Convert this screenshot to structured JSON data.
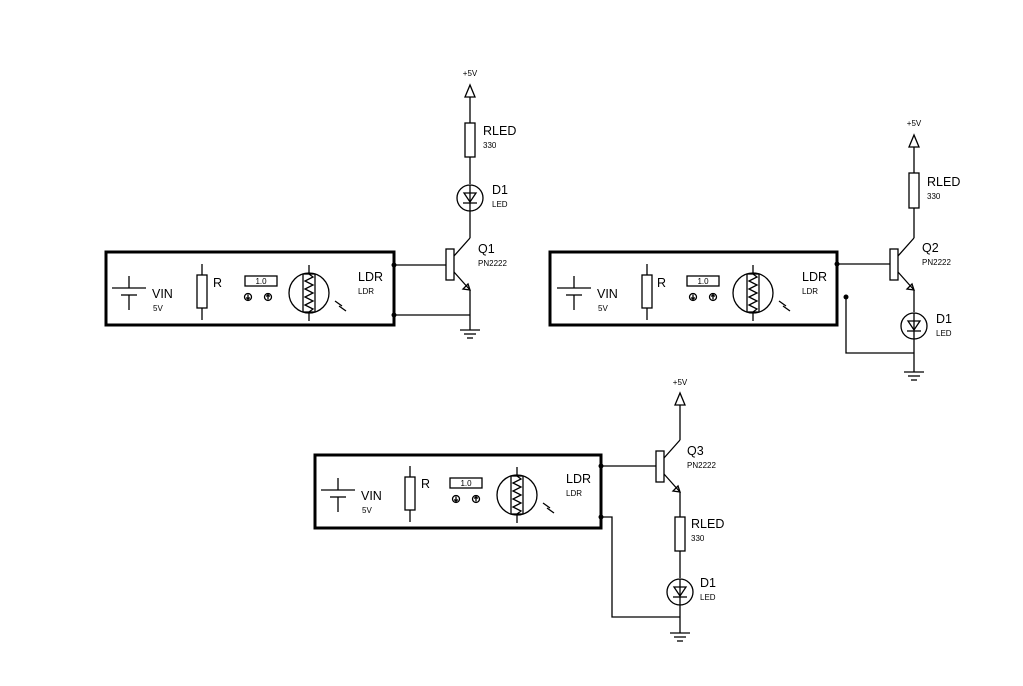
{
  "circuits": [
    {
      "id": "circuit-1",
      "supply": {
        "label": "+5V"
      },
      "sensor": {
        "vin_label": "VIN",
        "vin_value": "5V",
        "r_label": "R",
        "r_value": "1.0",
        "ldr_label": "LDR",
        "ldr_value": "LDR"
      },
      "transistor": {
        "label": "Q1",
        "value": "PN2222"
      },
      "resistor": {
        "label": "RLED",
        "value": "330"
      },
      "led": {
        "label": "D1",
        "value": "LED"
      }
    },
    {
      "id": "circuit-2",
      "supply": {
        "label": "+5V"
      },
      "sensor": {
        "vin_label": "VIN",
        "vin_value": "5V",
        "r_label": "R",
        "r_value": "1.0",
        "ldr_label": "LDR",
        "ldr_value": "LDR"
      },
      "transistor": {
        "label": "Q2",
        "value": "PN2222"
      },
      "resistor": {
        "label": "RLED",
        "value": "330"
      },
      "led": {
        "label": "D1",
        "value": "LED"
      }
    },
    {
      "id": "circuit-3",
      "supply": {
        "label": "+5V"
      },
      "sensor": {
        "vin_label": "VIN",
        "vin_value": "5V",
        "r_label": "R",
        "r_value": "1.0",
        "ldr_label": "LDR",
        "ldr_value": "LDR"
      },
      "transistor": {
        "label": "Q3",
        "value": "PN2222"
      },
      "resistor": {
        "label": "RLED",
        "value": "330"
      },
      "led": {
        "label": "D1",
        "value": "LED"
      }
    }
  ]
}
